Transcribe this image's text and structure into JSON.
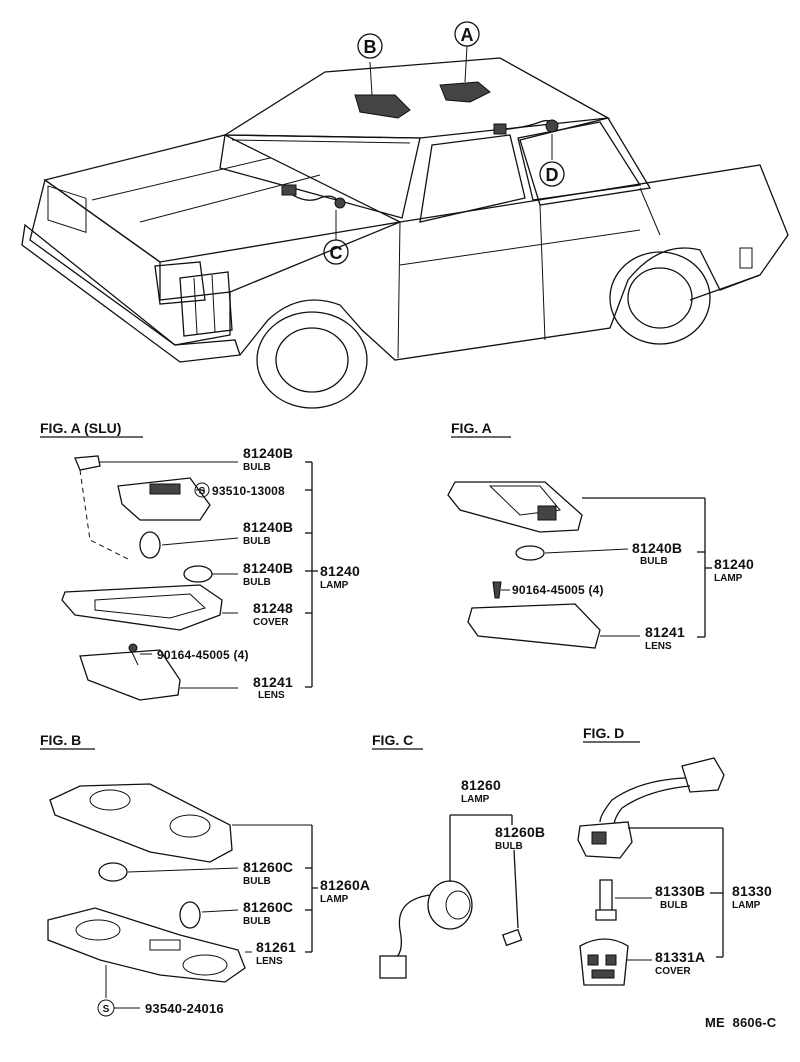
{
  "callouts": {
    "a": "A",
    "b": "B",
    "c": "C",
    "d": "D"
  },
  "figures": {
    "a_slu": "FIG. A (SLU)",
    "a": "FIG. A",
    "b": "FIG. B",
    "c": "FIG. C",
    "d": "FIG. D"
  },
  "fig_a_slu": {
    "bulb1": {
      "pn": "81240B",
      "label": "BULB"
    },
    "screw": {
      "symbol": "S",
      "pn": "93510-13008"
    },
    "bulb2": {
      "pn": "81240B",
      "label": "BULB"
    },
    "bulb3": {
      "pn": "81240B",
      "label": "BULB"
    },
    "lamp": {
      "pn": "81240",
      "label": "LAMP"
    },
    "cover": {
      "pn": "81248",
      "label": "COVER"
    },
    "screw2": {
      "pn": "90164-45005 (4)"
    },
    "lens": {
      "pn": "81241",
      "label": "LENS"
    }
  },
  "fig_a": {
    "bulb": {
      "pn": "81240B",
      "label": "BULB"
    },
    "lamp": {
      "pn": "81240",
      "label": "LAMP"
    },
    "screw": {
      "pn": "90164-45005 (4)"
    },
    "lens": {
      "pn": "81241",
      "label": "LENS"
    }
  },
  "fig_b": {
    "bulb1": {
      "pn": "81260C",
      "label": "BULB"
    },
    "lamp": {
      "pn": "81260A",
      "label": "LAMP"
    },
    "bulb2": {
      "pn": "81260C",
      "label": "BULB"
    },
    "lens": {
      "pn": "81261",
      "label": "LENS"
    },
    "screw": {
      "symbol": "S",
      "pn": "93540-24016"
    }
  },
  "fig_c": {
    "lamp": {
      "pn": "81260",
      "label": "LAMP"
    },
    "bulb": {
      "pn": "81260B",
      "label": "BULB"
    }
  },
  "fig_d": {
    "bulb": {
      "pn": "81330B",
      "label": "BULB"
    },
    "lamp": {
      "pn": "81330",
      "label": "LAMP"
    },
    "cover": {
      "pn": "81331A",
      "label": "COVER"
    }
  },
  "footer": {
    "code": "ME  8606-C"
  }
}
